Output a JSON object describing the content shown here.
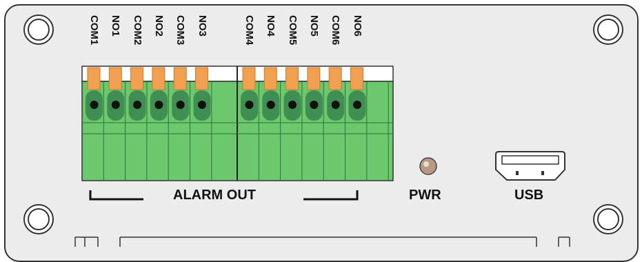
{
  "terminals": {
    "labels": [
      "COM1",
      "NO1",
      "COM2",
      "NO2",
      "COM3",
      "NO3",
      "COM4",
      "NO4",
      "COM5",
      "NO5",
      "COM6",
      "NO6"
    ]
  },
  "section_label": "ALARM OUT",
  "power_label": "PWR",
  "usb_label": "USB",
  "colors": {
    "panel": "#ececec",
    "terminal_green": "#6cc86c",
    "terminal_dark": "#3f8f52",
    "lever_orange": "#f0a050",
    "led": "#b89a84"
  }
}
